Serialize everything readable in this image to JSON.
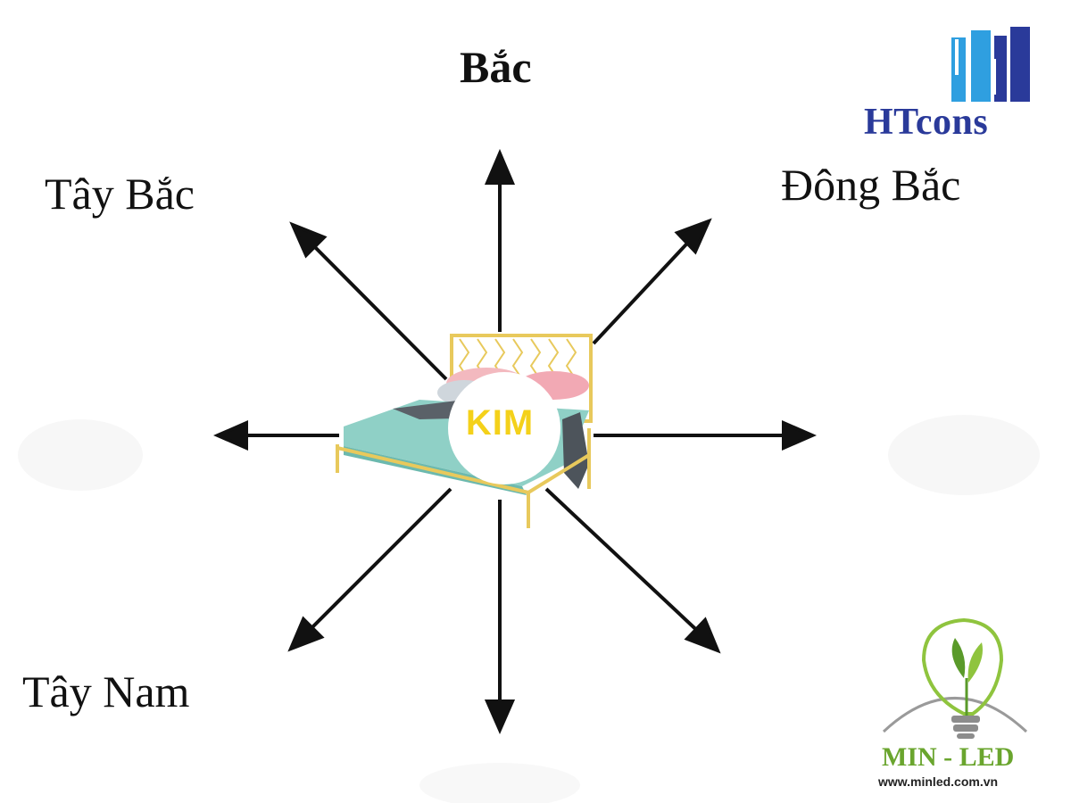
{
  "directions": {
    "north": "Bắc",
    "northwest": "Tây Bắc",
    "northeast": "Đông Bắc",
    "southwest": "Tây Nam"
  },
  "center": {
    "label": "KIM"
  },
  "logos": {
    "top_right": {
      "text": "HTcons"
    },
    "bottom_right": {
      "text": "MIN - LED",
      "url": "www.minled.com.vn"
    }
  },
  "colors": {
    "arrow": "#111111",
    "kim_text": "#f4d11a",
    "htcons_blue": "#2a3a9a",
    "htcons_light": "#2f9fe0",
    "minled_green": "#6aa52e"
  },
  "icons": [
    "bed-icon",
    "htcons-logo",
    "bulb-leaf-logo"
  ]
}
